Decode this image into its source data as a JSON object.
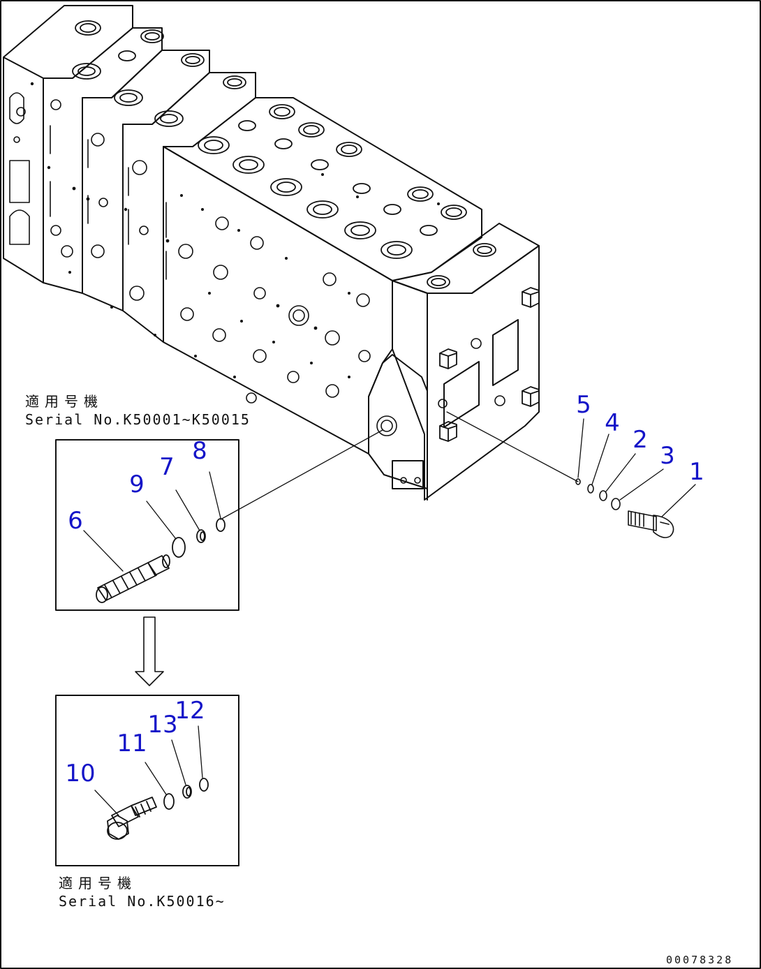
{
  "callouts": {
    "p1": "1",
    "p2": "2",
    "p3": "3",
    "p4": "4",
    "p5": "5",
    "p6": "6",
    "p7": "7",
    "p8": "8",
    "p9": "9",
    "p10": "10",
    "p11": "11",
    "p12": "12",
    "p13": "13"
  },
  "notes": {
    "upper_title": "適用号機",
    "upper_serial": "Serial No.K50001~K50015",
    "lower_title": "適用号機",
    "lower_serial": "Serial No.K50016~"
  },
  "drawing_number": "00078328",
  "colors": {
    "line": "#111111",
    "callout": "#1414c8"
  }
}
